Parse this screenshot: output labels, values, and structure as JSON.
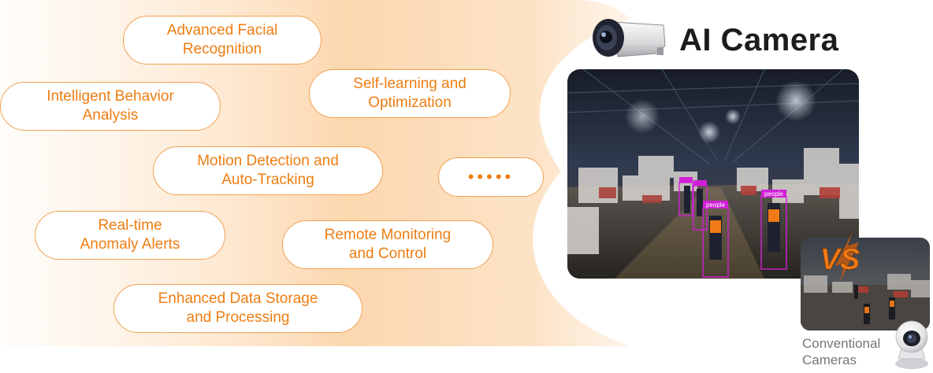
{
  "title": "AI Camera",
  "features": {
    "facial": [
      "Advanced Facial",
      "Recognition"
    ],
    "self": [
      "Self-learning and",
      "Optimization"
    ],
    "behav": [
      "Intelligent Behavior",
      "Analysis"
    ],
    "motion": [
      "Motion Detection and",
      "Auto-Tracking"
    ],
    "more": "•••••",
    "anom": [
      "Real-time",
      "Anomaly Alerts"
    ],
    "remote": [
      "Remote Monitoring",
      "and Control"
    ],
    "storage": [
      "Enhanced Data Storage",
      "and Processing"
    ]
  },
  "detection_label": "people",
  "vs_label": "VS",
  "conventional": [
    "Conventional",
    "Cameras"
  ],
  "colors": {
    "accent": "#ee7d12",
    "pill_border": "#f0a153",
    "detection_box": "#d21fd8",
    "vs": "#f07a16"
  }
}
